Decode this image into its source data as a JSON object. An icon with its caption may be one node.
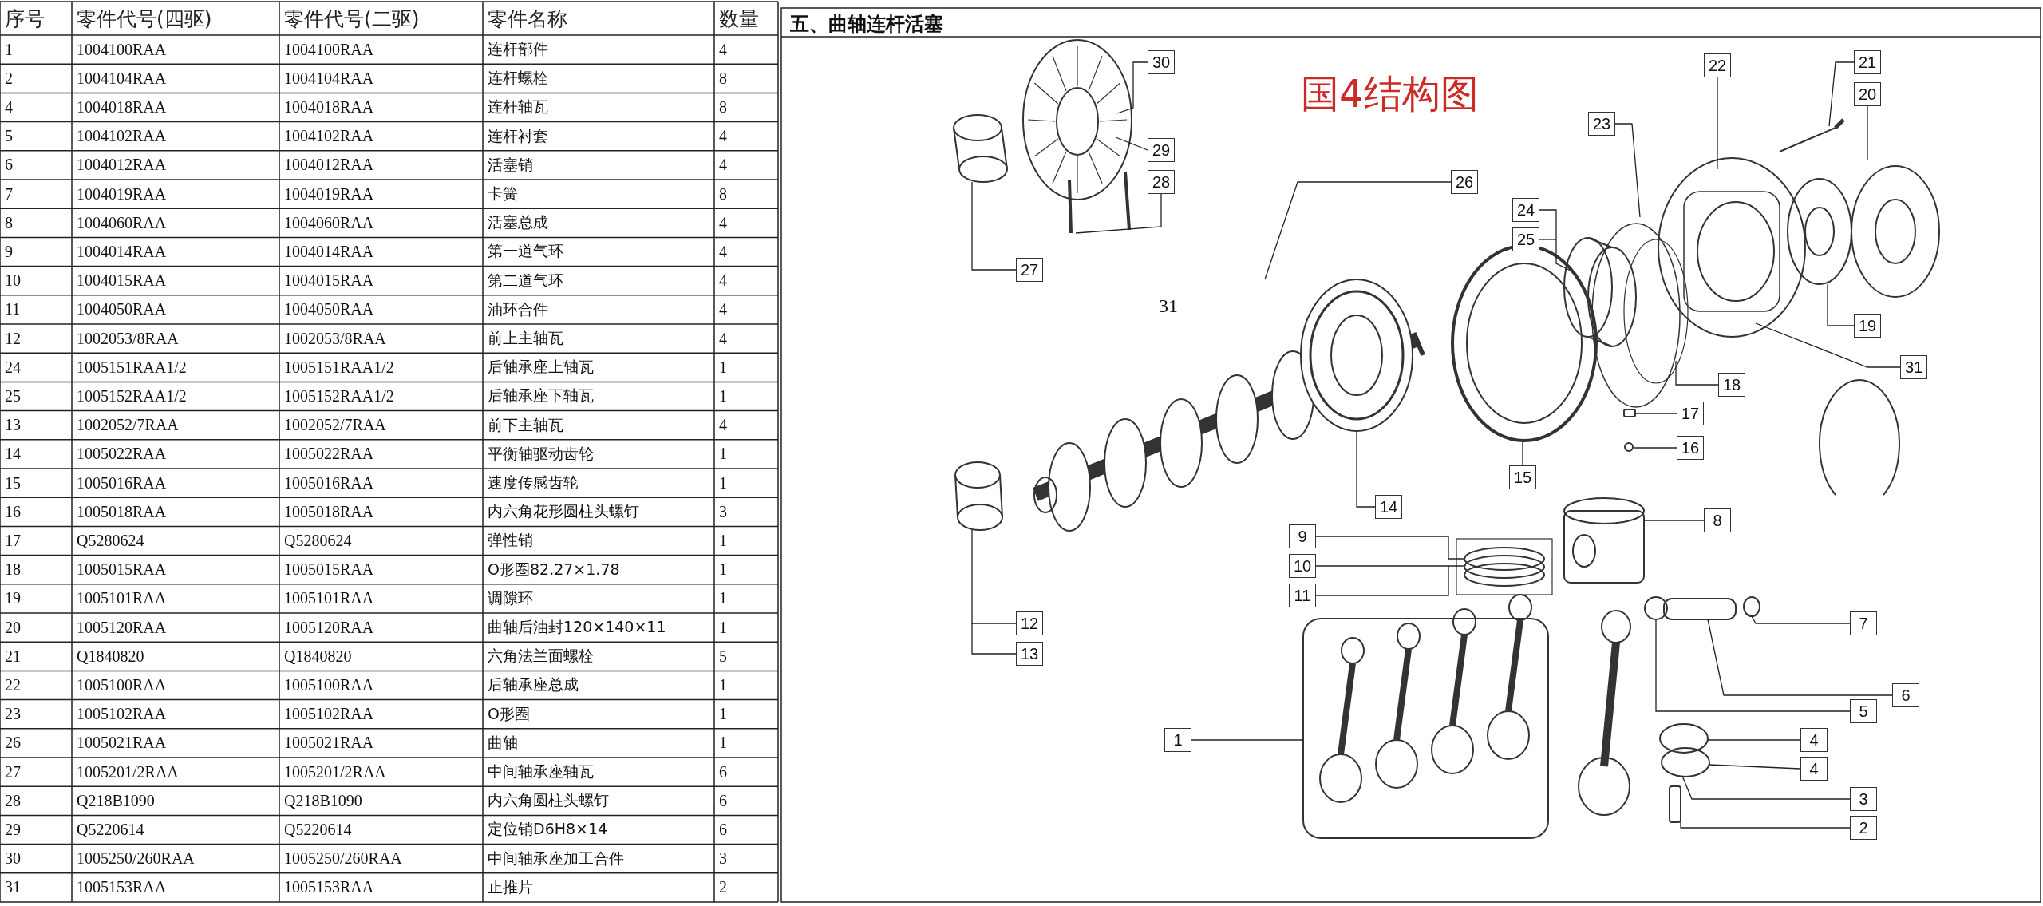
{
  "diagram": {
    "title": "五、曲轴连杆活塞",
    "nodes": [
      {
        "text": [
          "30"
        ]
      },
      {
        "text": [
          "21"
        ]
      },
      {
        "text": [
          "22"
        ]
      },
      {
        "text": [
          "20"
        ]
      },
      {
        "text": [
          "23"
        ]
      },
      {
        "text": [
          "29"
        ]
      },
      {
        "text": [
          "28"
        ]
      },
      {
        "text": [
          "26"
        ]
      },
      {
        "text": [
          "24"
        ]
      },
      {
        "text": [
          "25"
        ]
      },
      {
        "text": [
          "27"
        ]
      },
      {
        "text": [
          "31"
        ]
      },
      {
        "text": [
          "19"
        ]
      },
      {
        "text": [
          "18"
        ]
      },
      {
        "text": [
          "17"
        ]
      },
      {
        "text": [
          "16"
        ]
      },
      {
        "text": [
          "15"
        ]
      },
      {
        "text": [
          "14"
        ]
      },
      {
        "text": [
          "8"
        ]
      },
      {
        "text": [
          "9"
        ]
      },
      {
        "text": [
          "10"
        ]
      },
      {
        "text": [
          "11"
        ]
      },
      {
        "text": [
          "7"
        ]
      },
      {
        "text": [
          "12"
        ]
      },
      {
        "text": [
          "13"
        ]
      },
      {
        "text": [
          "6"
        ]
      },
      {
        "text": [
          "5"
        ]
      },
      {
        "text": [
          "1"
        ]
      },
      {
        "text": [
          "4"
        ]
      },
      {
        "text": [
          "4"
        ]
      },
      {
        "text": [
          "3"
        ]
      },
      {
        "text": [
          "2"
        ]
      }
    ],
    "edges": [
      {
        "from": 0,
        "to": null,
        "arrow": "none"
      },
      {
        "from": 1,
        "to": null,
        "arrow": "none"
      },
      {
        "from": 2,
        "to": null,
        "arrow": "none"
      },
      {
        "from": 3,
        "to": null,
        "arrow": "none"
      },
      {
        "from": 4,
        "to": null,
        "arrow": "none"
      },
      {
        "from": 5,
        "to": null,
        "arrow": "none"
      },
      {
        "from": 6,
        "to": null,
        "arrow": "none"
      },
      {
        "from": 7,
        "to": null,
        "arrow": "none"
      },
      {
        "from": 8,
        "to": null,
        "arrow": "none"
      },
      {
        "from": 9,
        "to": null,
        "arrow": "none"
      },
      {
        "from": 10,
        "to": null,
        "arrow": "none"
      },
      {
        "from": 11,
        "to": null,
        "arrow": "none"
      },
      {
        "from": 12,
        "to": null,
        "arrow": "none"
      },
      {
        "from": 13,
        "to": null,
        "arrow": "none"
      },
      {
        "from": 14,
        "to": null,
        "arrow": "none"
      },
      {
        "from": 15,
        "to": null,
        "arrow": "none"
      },
      {
        "from": 16,
        "to": null,
        "arrow": "none"
      },
      {
        "from": 17,
        "to": null,
        "arrow": "none"
      },
      {
        "from": 18,
        "to": null,
        "arrow": "none"
      },
      {
        "from": 19,
        "to": null,
        "arrow": "none"
      },
      {
        "from": 20,
        "to": null,
        "arrow": "none"
      },
      {
        "from": 21,
        "to": null,
        "arrow": "none"
      },
      {
        "from": 22,
        "to": null,
        "arrow": "none"
      },
      {
        "from": 23,
        "to": null,
        "arrow": "none"
      },
      {
        "from": 24,
        "to": null,
        "arrow": "none"
      },
      {
        "from": 25,
        "to": null,
        "arrow": "none"
      },
      {
        "from": 26,
        "to": null,
        "arrow": "none"
      },
      {
        "from": 27,
        "to": null,
        "arrow": "none"
      },
      {
        "from": 28,
        "to": null,
        "arrow": "none"
      },
      {
        "from": 29,
        "to": null,
        "arrow": "none"
      },
      {
        "from": 30,
        "to": null,
        "arrow": "none"
      },
      {
        "from": 31,
        "to": null,
        "arrow": "none"
      }
    ],
    "labels": [
      "序号",
      "零件代号(四驱)",
      "零件代号(二驱)",
      "零件名称",
      "数量",
      "1",
      "1004100RAA",
      "1004100RAA",
      "连杆部件",
      "4",
      "2",
      "1004104RAA",
      "1004104RAA",
      "连杆螺栓",
      "8",
      "4",
      "1004018RAA",
      "1004018RAA",
      "连杆轴瓦",
      "8",
      "5",
      "1004102RAA",
      "1004102RAA",
      "连杆衬套",
      "4",
      "6",
      "1004012RAA",
      "1004012RAA",
      "活塞销",
      "4",
      "7",
      "1004019RAA",
      "1004019RAA",
      "卡簧",
      "8",
      "8",
      "1004060RAA",
      "1004060RAA",
      "活塞总成",
      "4",
      "9",
      "1004014RAA",
      "1004014RAA",
      "第一道气环",
      "4",
      "10",
      "1004015RAA",
      "1004015RAA",
      "第二道气环",
      "4",
      "11",
      "1004050RAA",
      "1004050RAA",
      "油环合件",
      "4",
      "12",
      "1002053/8RAA",
      "1002053/8RAA",
      "前上主轴瓦",
      "4",
      "24",
      "1005151RAA1/2",
      "1005151RAA1/2",
      "后轴承座上轴瓦",
      "1",
      "25",
      "1005152RAA1/2",
      "1005152RAA1/2",
      "后轴承座下轴瓦",
      "1",
      "13",
      "1002052/7RAA",
      "1002052/7RAA",
      "前下主轴瓦",
      "4",
      "14",
      "1005022RAA",
      "1005022RAA",
      "平衡轴驱动齿轮",
      "1",
      "15",
      "1005016RAA",
      "1005016RAA",
      "速度传感齿轮",
      "1",
      "16",
      "1005018RAA",
      "1005018RAA",
      "内六角花形圆柱头螺钉",
      "3",
      "17",
      "Q5280624",
      "Q5280624",
      "弹性销",
      "1",
      "18",
      "1005015RAA",
      "1005015RAA",
      "O形圈82.27×1.78",
      "1",
      "19",
      "1005101RAA",
      "1005101RAA",
      "调隙环",
      "1",
      "20",
      "1005120RAA",
      "1005120RAA",
      "曲轴后油封120×140×11",
      "1",
      "21",
      "Q1840820",
      "Q1840820",
      "六角法兰面螺栓",
      "5",
      "22",
      "1005100RAA",
      "1005100RAA",
      "后轴承座总成",
      "1",
      "23",
      "1005102RAA",
      "1005102RAA",
      "O形圈",
      "1",
      "26",
      "1005021RAA",
      "1005021RAA",
      "曲轴",
      "1",
      "27",
      "1005201/2RAA",
      "1005201/2RAA",
      "中间轴承座轴瓦",
      "6",
      "28",
      "Q218B1090",
      "Q218B1090",
      "内六角圆柱头螺钉",
      "6",
      "29",
      "Q5220614",
      "Q5220614",
      "定位销D6H8×14",
      "6",
      "30",
      "1005250/260RAA",
      "1005250/260RAA",
      "中间轴承座加工合件",
      "3",
      "31",
      "1005153RAA",
      "1005153RAA",
      "止推片",
      "2",
      "国4结构图",
      "31"
    ]
  }
}
